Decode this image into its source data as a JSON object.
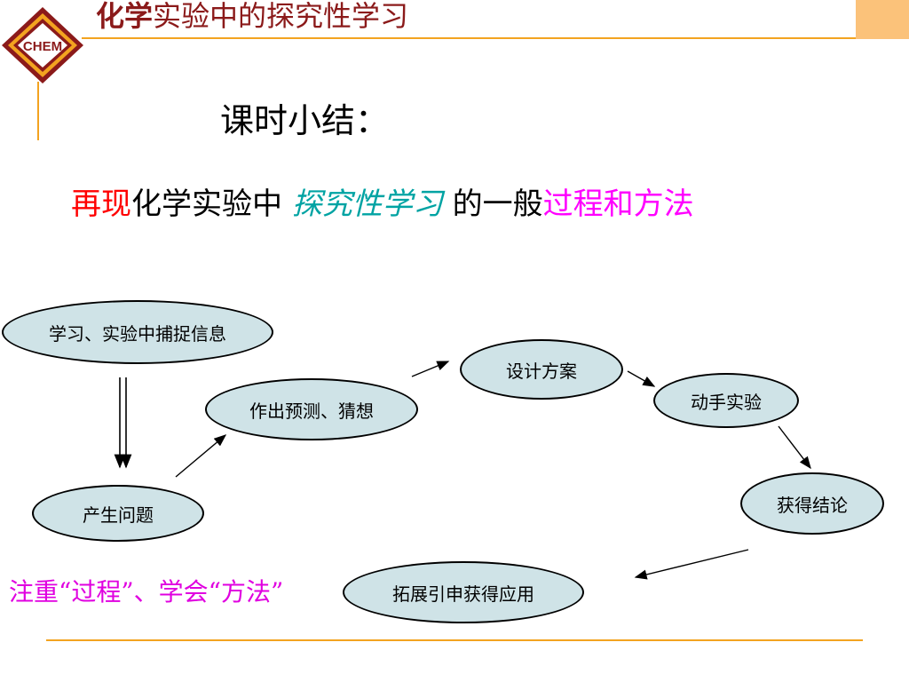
{
  "header": {
    "title_bold": "化学",
    "title_rest": "实验中的探究性学习",
    "logo_text": "CHEM"
  },
  "summary_title": "课时小结：",
  "main_line": {
    "part1": "再现",
    "part2": "化学实验中 ",
    "part3": "探究性学习",
    "part4": " 的一般",
    "part5": "过程和方法"
  },
  "flow": {
    "nodes": [
      "学习、实验中捕捉信息",
      "产生问题",
      "作出预测、猜想",
      "设计方案",
      "动手实验",
      "获得结论",
      "拓展引申获得应用"
    ]
  },
  "note": "注重“过程”、学会“方法”",
  "colors": {
    "accent_orange": "#F3A320",
    "header_red": "#8B1A1A",
    "node_fill": "#CFE3E7",
    "emphasis_red": "#FF0000",
    "emphasis_teal": "#00A3A3",
    "emphasis_magenta": "#FF00FF"
  }
}
